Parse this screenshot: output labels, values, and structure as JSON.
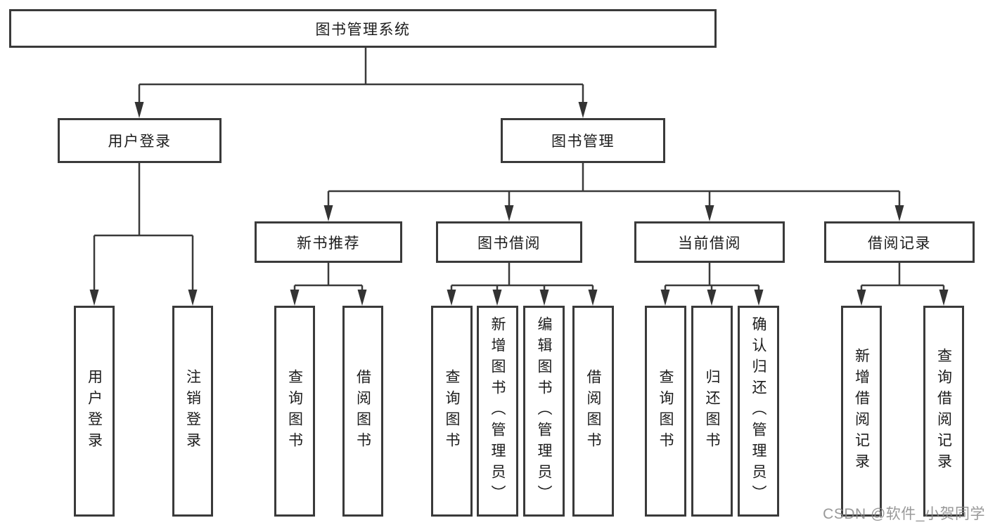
{
  "diagram": {
    "type": "hierarchy-tree",
    "watermark": "CSDN @软件_小贺同学",
    "colors": {
      "line": "#3a3a3a",
      "box_border": "#3a3a3a",
      "text": "#1c1c1c",
      "watermark": "#878787",
      "background": "#ffffff"
    },
    "tree": {
      "label": "图书管理系统",
      "children": [
        {
          "label": "用户登录",
          "children": [
            {
              "label": "用户登录"
            },
            {
              "label": "注销登录"
            }
          ]
        },
        {
          "label": "图书管理",
          "children": [
            {
              "label": "新书推荐",
              "children": [
                {
                  "label": "查询图书"
                },
                {
                  "label": "借阅图书"
                }
              ]
            },
            {
              "label": "图书借阅",
              "children": [
                {
                  "label": "查询图书"
                },
                {
                  "label": "新增图书（管理员）"
                },
                {
                  "label": "编辑图书（管理员）"
                },
                {
                  "label": "借阅图书"
                }
              ]
            },
            {
              "label": "当前借阅",
              "children": [
                {
                  "label": "查询图书"
                },
                {
                  "label": "归还图书"
                },
                {
                  "label": "确认归还（管理员）"
                }
              ]
            },
            {
              "label": "借阅记录",
              "children": [
                {
                  "label": "新增借阅记录"
                },
                {
                  "label": "查询借阅记录"
                }
              ]
            }
          ]
        }
      ]
    }
  }
}
